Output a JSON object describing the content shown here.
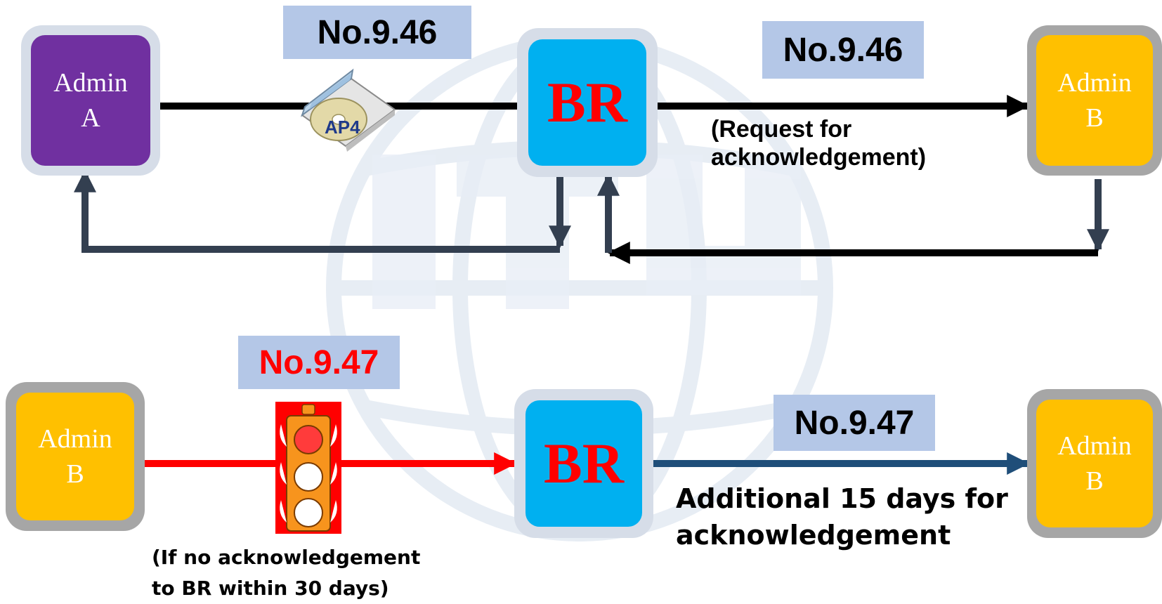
{
  "top": {
    "admin_a": {
      "line1": "Admin",
      "line2": "A"
    },
    "br": "BR",
    "admin_b": {
      "line1": "Admin",
      "line2": "B"
    },
    "tag_left": "No.9.46",
    "tag_right": "No.9.46",
    "disk_label": "AP4",
    "request_note_line1": "(Request for",
    "request_note_line2": "acknowledgement)"
  },
  "bottom": {
    "admin_b_left": {
      "line1": "Admin",
      "line2": "B"
    },
    "br": "BR",
    "admin_b_right": {
      "line1": "Admin",
      "line2": "B"
    },
    "tag_left": "No.9.47",
    "tag_right": "No.9.47",
    "no_ack_note_line1": "(If no acknowledgement",
    "no_ack_note_line2": "to BR within 30 days)",
    "additional_note_line1": "Additional 15 days for",
    "additional_note_line2": "acknowledgement"
  },
  "colors": {
    "purple": "#7030a0",
    "cyan": "#00b0f0",
    "yellow": "#ffc000",
    "red": "#ff0000",
    "navy_arrow": "#1f4e79",
    "slate_arrow": "#333f50",
    "tag_bg": "#b4c7e7"
  },
  "icons": [
    "cd-case-icon",
    "traffic-light-icon",
    "itu-watermark-icon"
  ]
}
